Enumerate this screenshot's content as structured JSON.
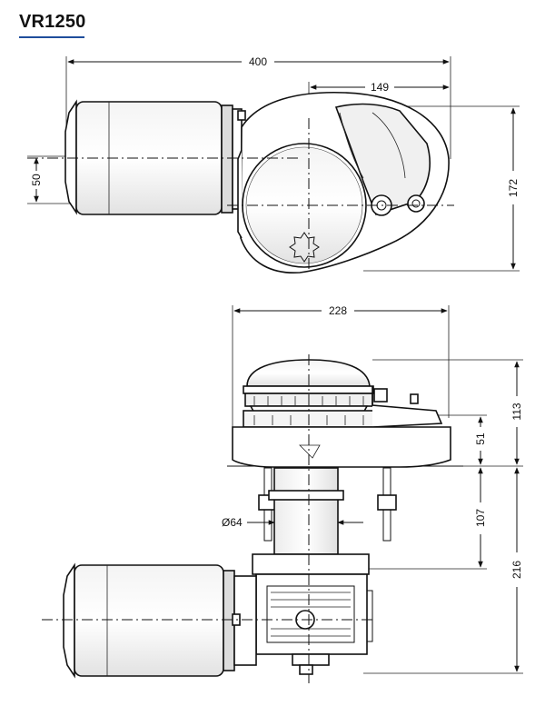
{
  "title": "VR1250",
  "colors": {
    "accent_rule": "#1f4e9c",
    "line": "#111111",
    "shade": "#6a6a6a",
    "light": "#f2f2f2"
  },
  "top_view": {
    "dim_overall_width": "400",
    "dim_gypsy_offset": "149",
    "dim_height": "172",
    "dim_motor_axis": "50"
  },
  "side_view": {
    "dim_deck_width": "228",
    "dim_above_deck": "113",
    "dim_chain_line": "51",
    "dim_shaft_length": "107",
    "dim_total_below": "216",
    "dim_shaft_diameter": "Ø64"
  }
}
